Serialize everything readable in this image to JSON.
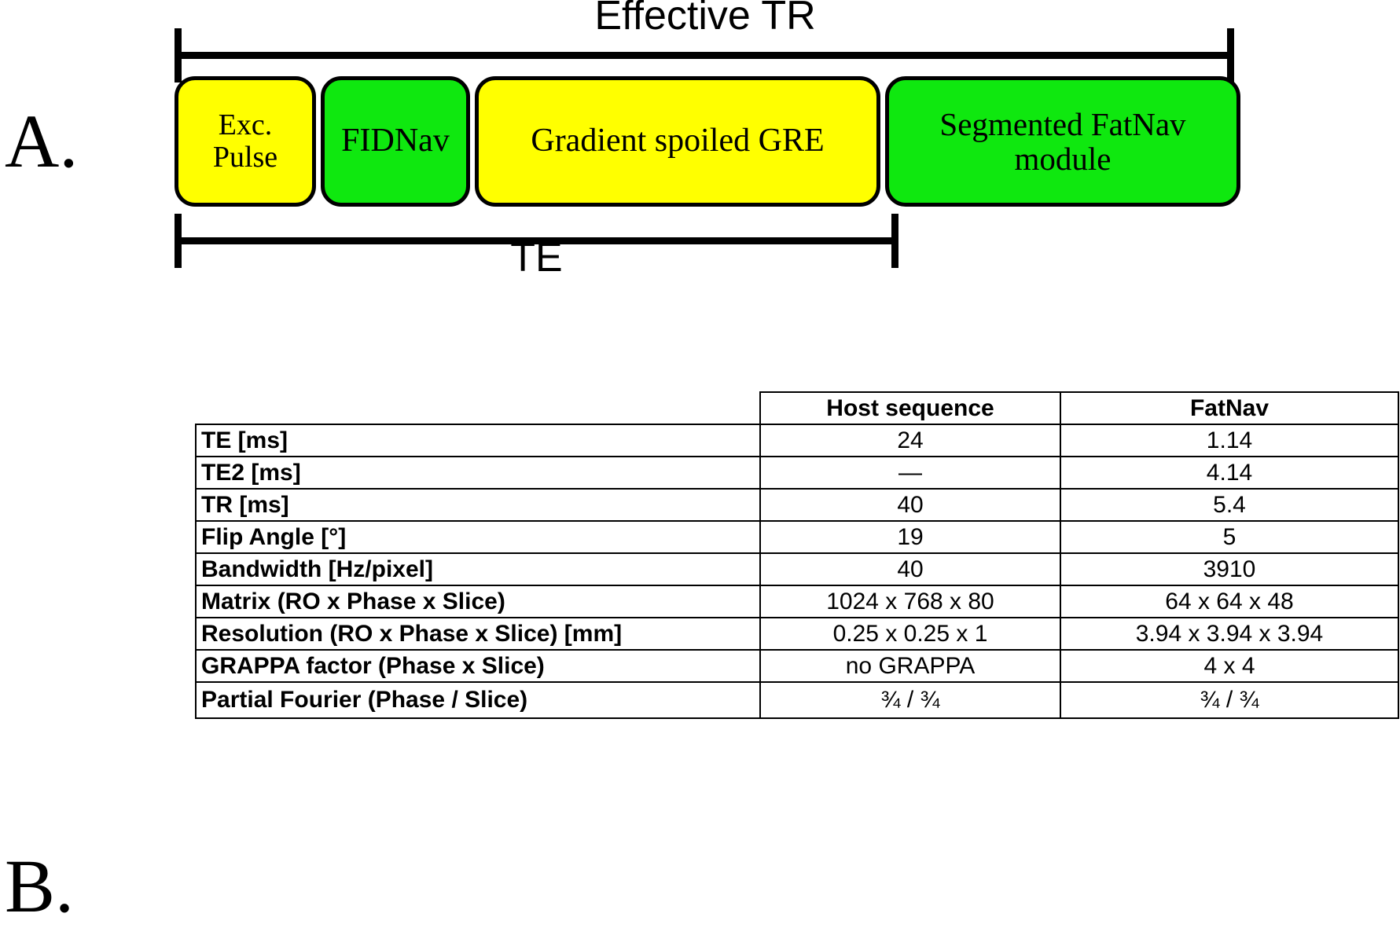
{
  "panels": {
    "a": {
      "letter": "A."
    },
    "b": {
      "letter": "B."
    }
  },
  "sequence_diagram": {
    "tr_label": "Effective TR",
    "te_label": "TE",
    "blocks": [
      {
        "label": "Exc.\nPulse",
        "color": "#ffff00",
        "name": "excitation-pulse"
      },
      {
        "label": "FIDNav",
        "color": "#0fe80f",
        "name": "fidnav"
      },
      {
        "label": "Gradient spoiled GRE",
        "color": "#ffff00",
        "name": "gradient-spoiled-gre"
      },
      {
        "label": "Segmented FatNav\nmodule",
        "color": "#0fe80f",
        "name": "segmented-fatnav-module"
      }
    ],
    "block_labels": {
      "exc_pulse_line1": "Exc.",
      "exc_pulse_line2": "Pulse",
      "fidnav": "FIDNav",
      "gre": "Gradient spoiled GRE",
      "fatnav_line1": "Segmented FatNav",
      "fatnav_line2": "module"
    }
  },
  "table": {
    "columns": [
      "",
      "Host sequence",
      "FatNav"
    ],
    "rows": [
      {
        "label": "TE [ms]",
        "host": "24",
        "fatnav": "1.14"
      },
      {
        "label": "TE2 [ms]",
        "host": "—",
        "fatnav": "4.14"
      },
      {
        "label": "TR [ms]",
        "host": "40",
        "fatnav": "5.4"
      },
      {
        "label": "Flip Angle [°]",
        "host": "19",
        "fatnav": "5"
      },
      {
        "label": "Bandwidth [Hz/pixel]",
        "host": "40",
        "fatnav": "3910"
      },
      {
        "label": "Matrix (RO x Phase x Slice)",
        "host": "1024 x 768 x 80",
        "fatnav": "64 x 64 x 48"
      },
      {
        "label": "Resolution  (RO x Phase x Slice) [mm]",
        "host": "0.25 x 0.25 x 1",
        "fatnav": "3.94 x 3.94 x 3.94"
      },
      {
        "label": "GRAPPA factor (Phase x Slice)",
        "host": "no GRAPPA",
        "fatnav": "4 x 4"
      },
      {
        "label": "Partial Fourier (Phase / Slice)",
        "host": "¾  / ¾",
        "fatnav": "¾ / ¾"
      }
    ]
  },
  "colors": {
    "yellow_block": "#ffff00",
    "green_block": "#0fe80f",
    "stroke": "#000000",
    "background": "#ffffff"
  }
}
